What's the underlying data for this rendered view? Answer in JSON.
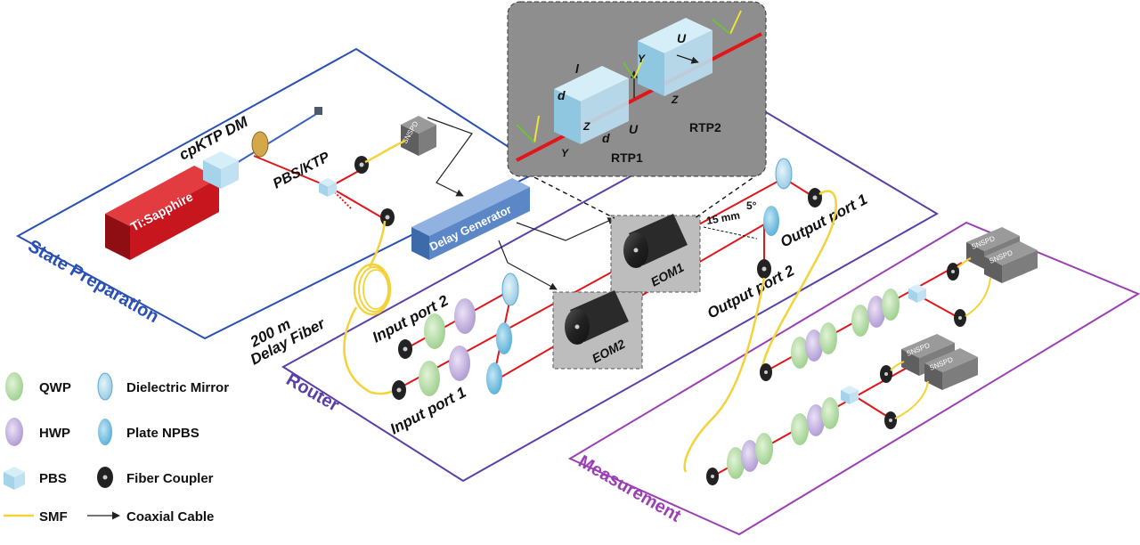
{
  "sections": {
    "state_preparation": "State Preparation",
    "router": "Router",
    "measurement": "Measurement"
  },
  "components": {
    "laser": "Ti:Sapphire",
    "cpktp_dm": "cpKTP DM",
    "pbs_ktp": "PBS/KTP",
    "delay_generator": "Delay Generator",
    "delay_fiber_length": "200 m",
    "delay_fiber_label": "Delay Fiber",
    "eom1": "EOM1",
    "eom2": "EOM2",
    "input_port_1": "Input port 1",
    "input_port_2": "Input port 2",
    "output_port_1": "Output port 1",
    "output_port_2": "Output port 2",
    "detector": "SNSPD",
    "spacing": "15 mm",
    "angle": "5°"
  },
  "inset": {
    "rtp1": "RTP1",
    "rtp2": "RTP2",
    "length_symbol": "l",
    "width_symbol": "d",
    "axis_y": "Y",
    "axis_z": "Z",
    "voltage": "U"
  },
  "legend": [
    {
      "name": "QWP",
      "icon": "qwp-icon"
    },
    {
      "name": "Dielectric Mirror",
      "icon": "dielectric-mirror-icon"
    },
    {
      "name": "HWP",
      "icon": "hwp-icon"
    },
    {
      "name": "Plate NPBS",
      "icon": "plate-npbs-icon"
    },
    {
      "name": "PBS",
      "icon": "pbs-icon"
    },
    {
      "name": "Fiber Coupler",
      "icon": "fiber-coupler-icon"
    },
    {
      "name": "SMF",
      "icon": "smf-line-icon"
    },
    {
      "name": "Coaxial Cable",
      "icon": "coaxial-cable-icon"
    }
  ],
  "colors": {
    "beam": "#e0161b",
    "fiber": "#f3d23a",
    "state_panel": "#2a4fb5",
    "router_panel": "#5a3fa8",
    "measurement_panel": "#9b3fb5",
    "qwp": "#bfe0b0",
    "hwp": "#cbb8e2",
    "mirror": "#a9d6ec",
    "laser": "#c8161f",
    "delay_generator": "#5b87c7"
  }
}
